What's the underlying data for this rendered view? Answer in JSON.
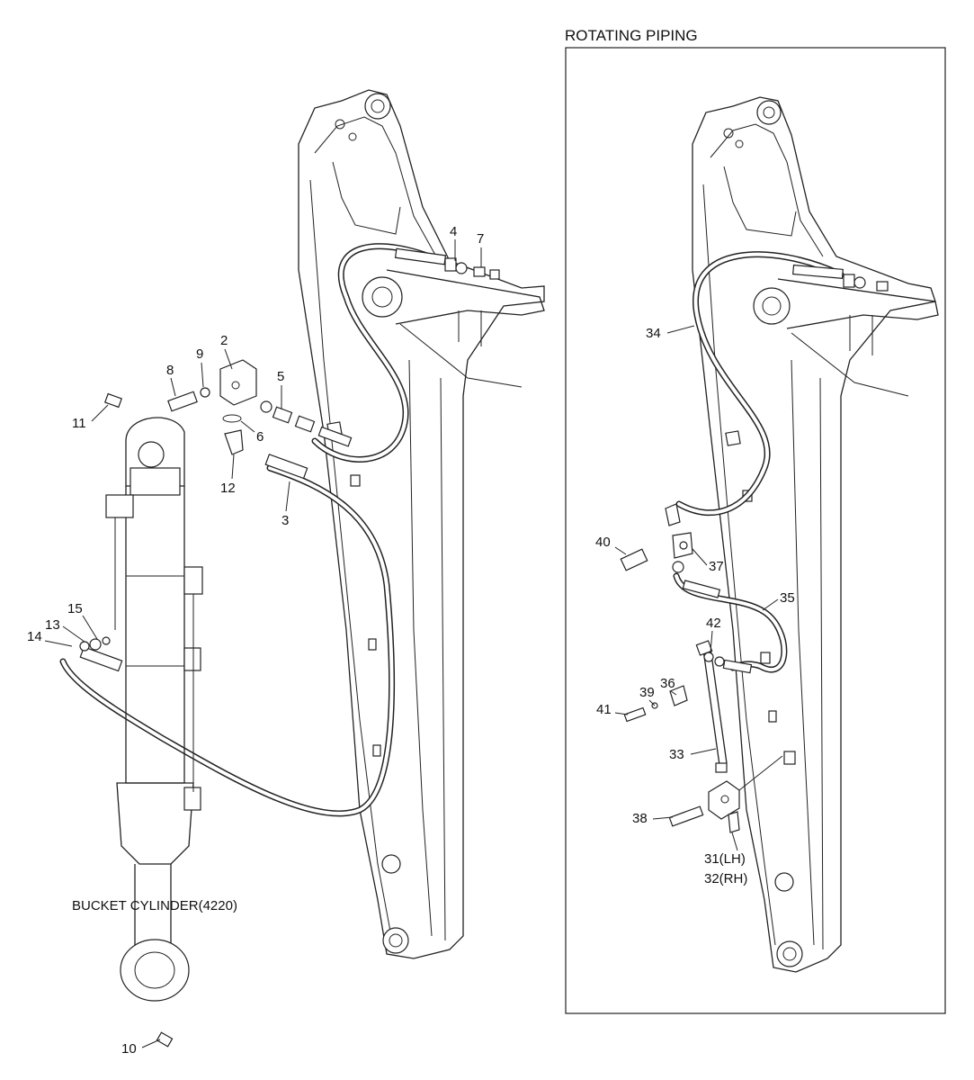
{
  "diagram": {
    "inset_title": "ROTATING PIPING",
    "cylinder_label": "BUCKET CYLINDER(4220)",
    "callouts": [
      {
        "id": "c1",
        "text": "2"
      },
      {
        "id": "c2",
        "text": "3"
      },
      {
        "id": "c3",
        "text": "4"
      },
      {
        "id": "c4",
        "text": "5"
      },
      {
        "id": "c5",
        "text": "6"
      },
      {
        "id": "c6",
        "text": "7"
      },
      {
        "id": "c7",
        "text": "8"
      },
      {
        "id": "c8",
        "text": "9"
      },
      {
        "id": "c9",
        "text": "10"
      },
      {
        "id": "c10",
        "text": "11"
      },
      {
        "id": "c11",
        "text": "12"
      },
      {
        "id": "c12",
        "text": "13"
      },
      {
        "id": "c13",
        "text": "14"
      },
      {
        "id": "c14",
        "text": "15"
      },
      {
        "id": "c15",
        "text": "31(LH)"
      },
      {
        "id": "c16",
        "text": "32(RH)"
      },
      {
        "id": "c17",
        "text": "33"
      },
      {
        "id": "c18",
        "text": "34"
      },
      {
        "id": "c19",
        "text": "35"
      },
      {
        "id": "c20",
        "text": "36"
      },
      {
        "id": "c21",
        "text": "37"
      },
      {
        "id": "c22",
        "text": "38"
      },
      {
        "id": "c23",
        "text": "39"
      },
      {
        "id": "c24",
        "text": "40"
      },
      {
        "id": "c25",
        "text": "41"
      },
      {
        "id": "c26",
        "text": "42"
      }
    ]
  }
}
